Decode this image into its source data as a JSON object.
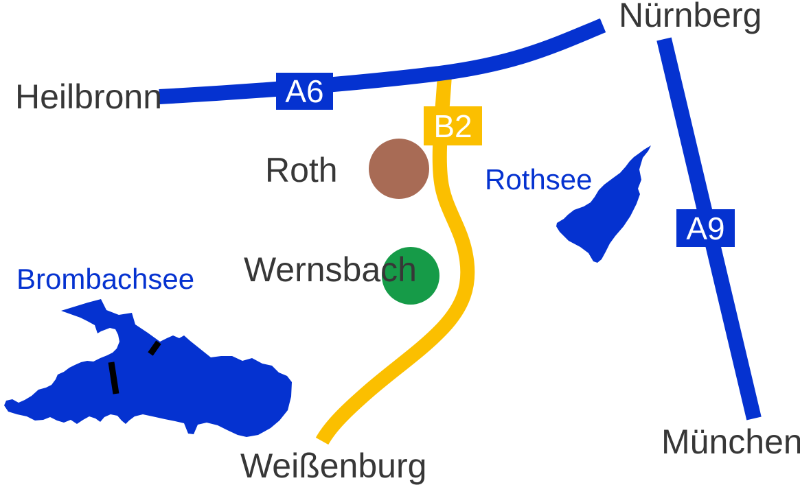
{
  "map": {
    "colors": {
      "background": "#ffffff",
      "motorway_blue": "#0532d0",
      "federal_road_yellow": "#fbbf00",
      "lake_blue": "#0532d0",
      "lake_label_blue": "#0532d0",
      "city_label_dark": "#373737",
      "badge_text_white": "#ffffff",
      "dam_marker_black": "#000000",
      "roth_marker_brown": "#a86b55",
      "wernsbach_marker_green": "#169b48"
    },
    "cities": {
      "heilbronn": {
        "label": "Heilbronn"
      },
      "nuernberg": {
        "label": "Nürnberg"
      },
      "muenchen": {
        "label": "München"
      },
      "weissenburg": {
        "label": "Weißenburg"
      },
      "roth": {
        "label": "Roth",
        "marker_color": "#a86b55"
      },
      "wernsbach": {
        "label": "Wernsbach",
        "marker_color": "#169b48"
      }
    },
    "lakes": {
      "brombachsee": {
        "label": "Brombachsee",
        "dam_markers": 2
      },
      "rothsee": {
        "label": "Rothsee"
      }
    },
    "roads": {
      "a6": {
        "badge": "A6",
        "type": "motorway",
        "color": "#0532d0"
      },
      "a9": {
        "badge": "A9",
        "type": "motorway",
        "color": "#0532d0"
      },
      "b2": {
        "badge": "B2",
        "type": "federal-road",
        "color": "#fbbf00"
      }
    }
  }
}
